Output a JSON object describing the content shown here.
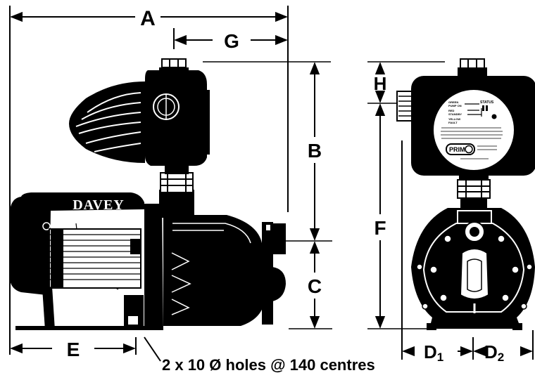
{
  "dimensions": {
    "a": "A",
    "g": "G",
    "b": "B",
    "c": "C",
    "e": "E",
    "h": "H",
    "f": "F",
    "d1_main": "D",
    "d1_sub": "1",
    "d2_main": "D",
    "d2_sub": "2"
  },
  "note": "2 x 10 Ø holes @ 140 centres",
  "brand": "DAVEY",
  "control_panel": {
    "prime_label": "PRIME",
    "status_label": "STATUS",
    "green_label": "GREEN",
    "pump_on_label": "PUMP ON",
    "red_label": "RED",
    "standby_label": "STANDBY",
    "yellow_label": "YELLOW",
    "fault_label": "FAULT"
  }
}
